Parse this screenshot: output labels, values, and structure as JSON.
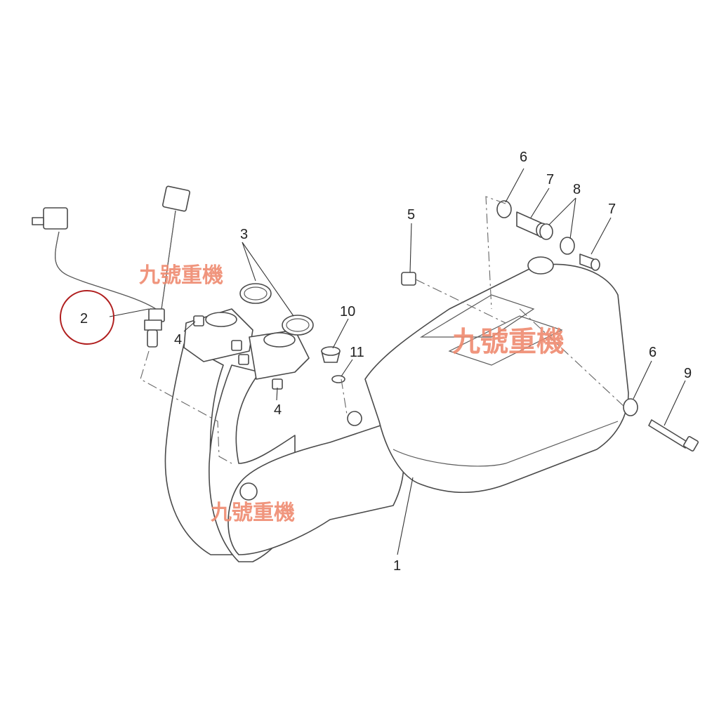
{
  "watermark": {
    "text": "九號重機",
    "color": "#ef8a6f"
  },
  "highlight": {
    "color": "#b01e1e",
    "target": "2"
  },
  "callouts": {
    "c1": "1",
    "c2": "2",
    "c3": "3",
    "c4a": "4",
    "c4b": "4",
    "c5": "5",
    "c6a": "6",
    "c6b": "6",
    "c7a": "7",
    "c7b": "7",
    "c8": "8",
    "c9": "9",
    "c10": "10",
    "c11": "11"
  }
}
